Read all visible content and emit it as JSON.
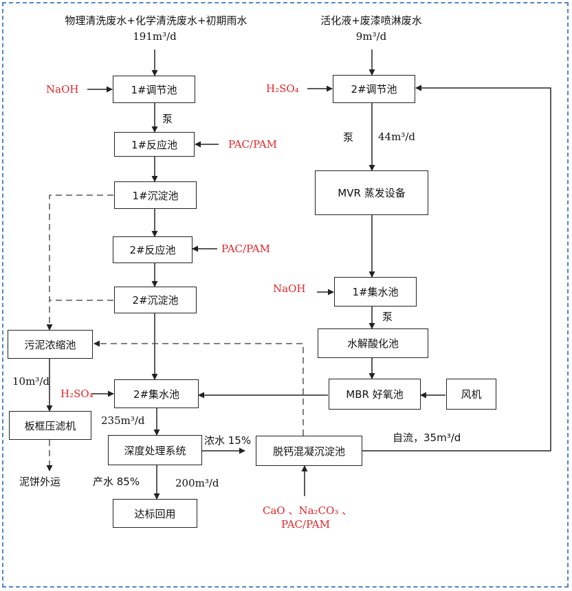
{
  "sources": {
    "left_title": "物理清洗废水+化学清洗废水+初期雨水",
    "left_flow": "191m³/d",
    "right_title": "活化液+废漆喷淋废水",
    "right_flow": "9m³/d"
  },
  "boxes": {
    "adjust1": "1#调节池",
    "react1": "1#反应池",
    "settle1": "1#沉淀池",
    "react2": "2#反应池",
    "settle2": "2#沉淀池",
    "sludge_thick": "污泥浓缩池",
    "filter_press": "板框压滤机",
    "collect2": "2#集水池",
    "deep_treat": "深度处理系统",
    "reuse": "达标回用",
    "adjust2": "2#调节池",
    "mvr": "MVR 蒸发设备",
    "collect1": "1#集水池",
    "hydrolysis": "水解酸化池",
    "mbr": "MBR 好氧池",
    "fan": "风机",
    "decal": "脱钙混凝沉淀池"
  },
  "labels": {
    "naoh_left": "NaOH",
    "pump_left": "泵",
    "pacpam_1": "PAC/PAM",
    "pacpam_2": "PAC/PAM",
    "sludge_flow": "10m³/d",
    "h2so4_left": "H₂SO₄",
    "flow_235": "235m³/d",
    "sludge_out": "泥饼外运",
    "product": "产水 85%",
    "flow_200": "200m³/d",
    "concentrate": "浓水 15%",
    "h2so4_right": "H₂SO₄",
    "pump_right": "泵",
    "flow_44": "44m³/d",
    "naoh_right": "NaOH",
    "pump_right2": "泵",
    "gravity": "自流，35m³/d",
    "chem_line1": "CaO 、Na₂CO₃ 、",
    "chem_line2": "PAC/PAM"
  },
  "colors": {
    "reagent": "#e0262b",
    "frame": "#4f86c6",
    "line": "#222222"
  }
}
